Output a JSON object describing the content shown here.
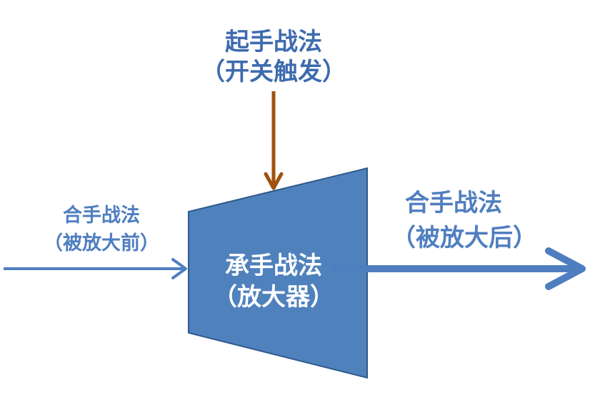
{
  "diagram": {
    "trigger": {
      "line1": "起手战法",
      "line2": "（开关触发）"
    },
    "input": {
      "line1": "合手战法",
      "line2": "（被放大前）"
    },
    "amplifier": {
      "line1": "承手战法",
      "line2": "（放大器）"
    },
    "output": {
      "line1": "合手战法",
      "line2": "（被放大后）"
    }
  },
  "colors": {
    "trapezoid_fill": "#4F81BD",
    "trapezoid_stroke": "#2E5A8C",
    "trigger_arrow": "#A0520E",
    "flow_arrow": "#4F7EC0",
    "top_text": "#3E6BAE",
    "side_text": "#4F7EC0",
    "center_text": "#FFFFFF"
  }
}
